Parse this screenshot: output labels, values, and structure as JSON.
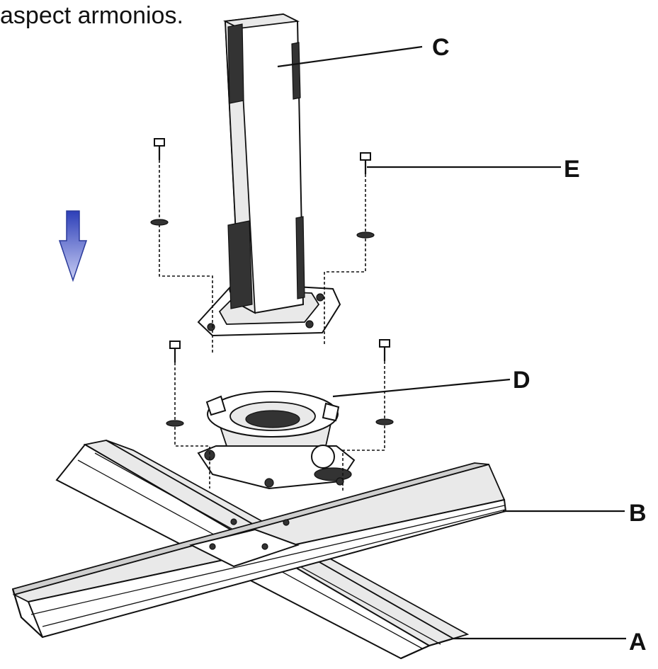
{
  "caption": "aspect armonios.",
  "labels": {
    "a": "A",
    "b": "B",
    "c": "C",
    "d": "D",
    "e": "E"
  },
  "icons": {
    "arrow": "down-arrow-icon"
  },
  "colors": {
    "arrow_top": "#2d3fb8",
    "arrow_bottom": "#c8cdf3",
    "line": "#111111"
  }
}
